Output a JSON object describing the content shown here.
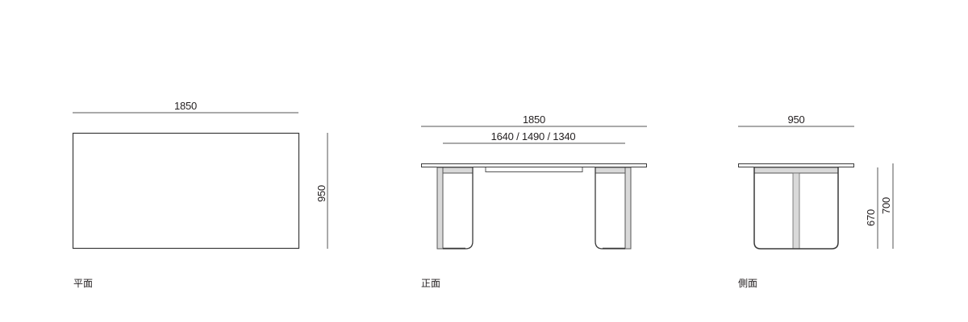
{
  "views": {
    "plan": {
      "label": "平面",
      "width_dim": "1850",
      "depth_dim": "950"
    },
    "front": {
      "label": "正面",
      "width_dim": "1850",
      "inner_dim": "1640 / 1490 / 1340"
    },
    "side": {
      "label": "側面",
      "width_dim": "950",
      "leg_height_dim": "670",
      "total_height_dim": "700"
    }
  },
  "colors": {
    "line": "#3a3a3a",
    "leg_fill": "#d9d9d9",
    "dim_line": "#555555"
  }
}
